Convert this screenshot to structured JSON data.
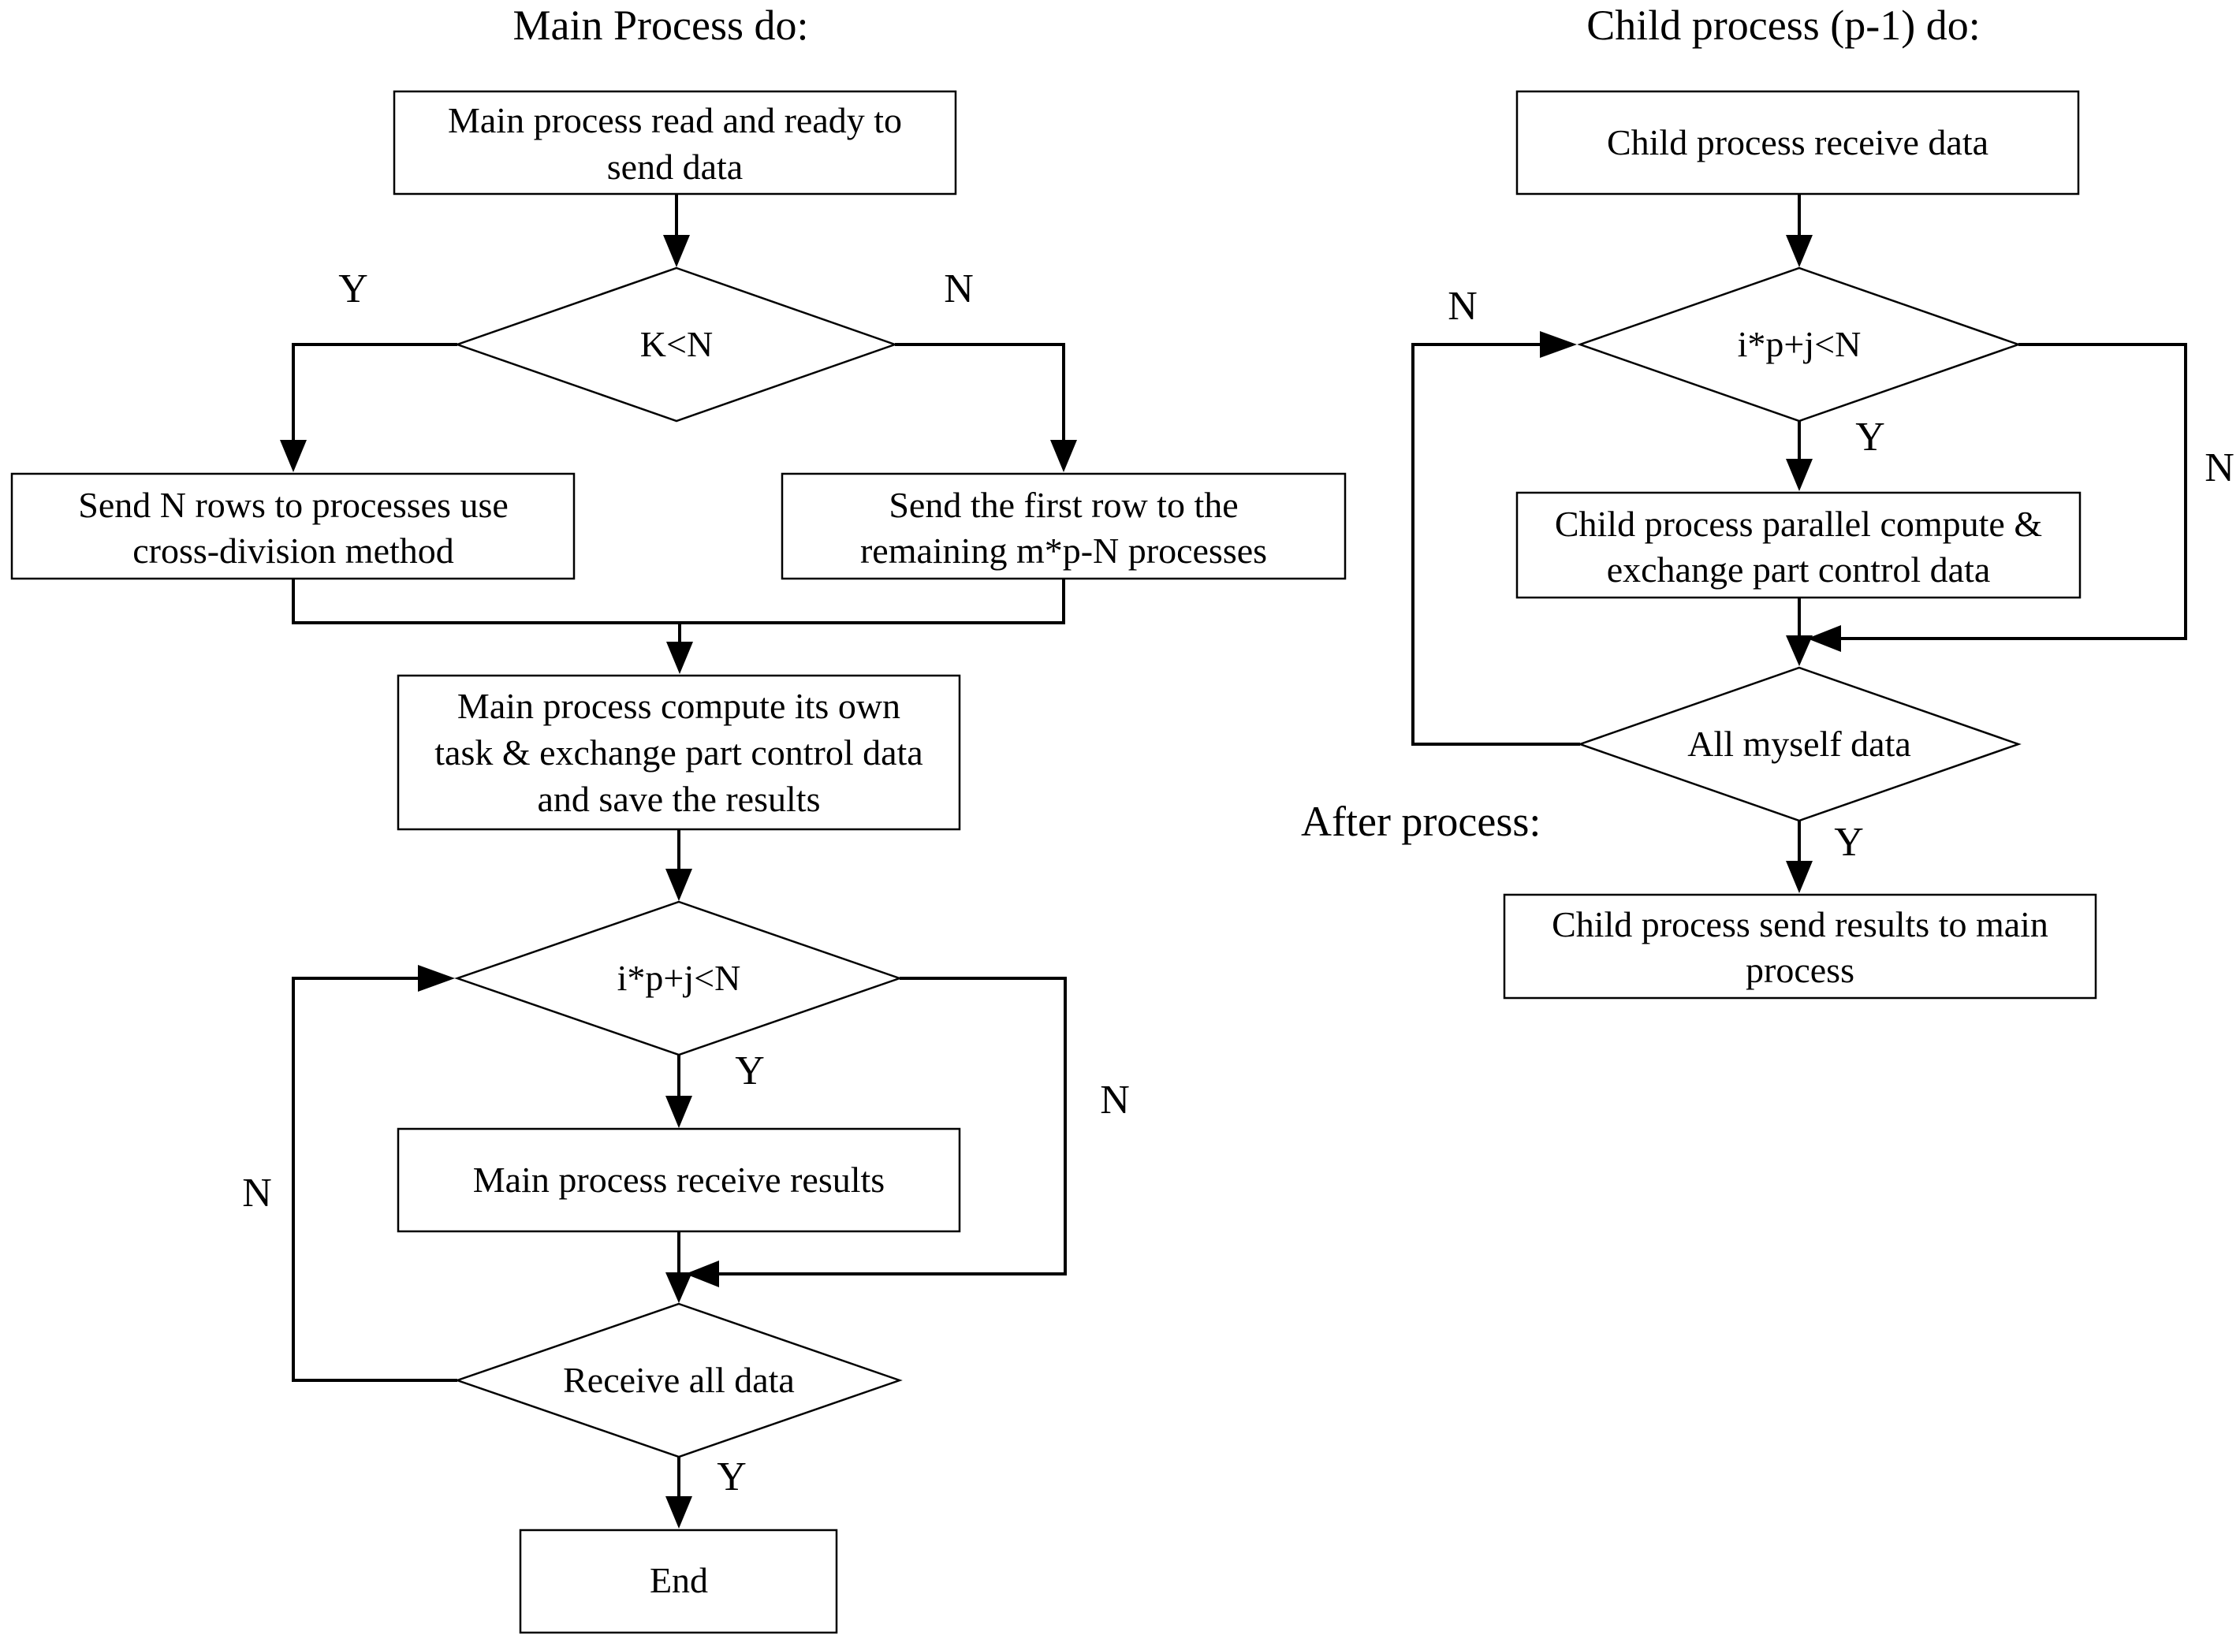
{
  "main": {
    "heading": "Main Process do:",
    "read": [
      "Main process read and ready to",
      "send data"
    ],
    "cond1": "K<N",
    "cond1_yes": "Y",
    "cond1_no": "N",
    "send_rows": [
      "Send N rows to processes use",
      "cross-division method"
    ],
    "send_first": [
      "Send the first row to the",
      "remaining m*p-N processes"
    ],
    "compute": [
      "Main process compute its own",
      "task & exchange part control data",
      "and save the results"
    ],
    "cond2": "i*p+j<N",
    "cond2_yes": "Y",
    "cond2_no": "N",
    "receive_results": "Main process receive results",
    "cond3": "Receive all data",
    "cond3_no": "N",
    "cond3_yes": "Y",
    "end": "End"
  },
  "child": {
    "heading": "Child process (p-1) do:",
    "receive": "Child process receive data",
    "cond1": "i*p+j<N",
    "cond1_yes": "Y",
    "cond1_no": "N",
    "compute": [
      "Child process parallel compute &",
      "exchange part control data"
    ],
    "cond2": "All myself data",
    "cond2_no": "N",
    "cond2_yes": "Y",
    "after": "After process:",
    "send": [
      "Child process send results to main",
      "process"
    ]
  }
}
